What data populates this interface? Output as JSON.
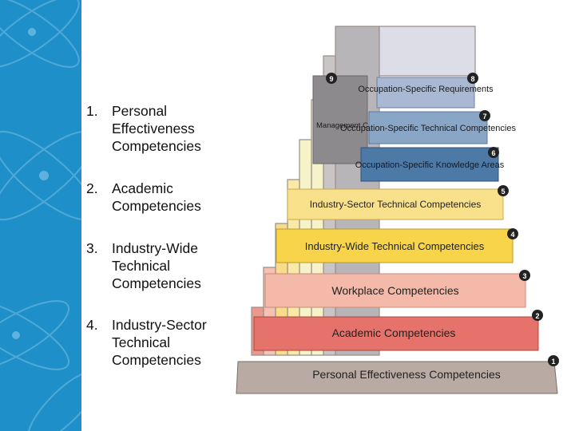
{
  "list": [
    {
      "num": "1.",
      "text": "Personal Effectiveness Competencies"
    },
    {
      "num": "2.",
      "text": "Academic Competencies"
    },
    {
      "num": "3.",
      "text": "Industry-Wide Technical Competencies"
    },
    {
      "num": "4.",
      "text": "Industry-Sector Technical Competencies"
    }
  ],
  "pyramid": {
    "tiers": [
      {
        "number": "1",
        "label": "Personal Effectiveness Competencies",
        "color": "#b9aaa4"
      },
      {
        "number": "2",
        "label": "Academic Competencies",
        "color": "#e5736b"
      },
      {
        "number": "3",
        "label": "Workplace Competencies",
        "color": "#f4b9a8"
      },
      {
        "number": "4",
        "label": "Industry-Wide Technical Competencies",
        "color": "#f7d44a"
      },
      {
        "number": "5",
        "label": "Industry-Sector Technical Competencies",
        "color": "#f9e18b"
      },
      {
        "number": "6",
        "label": "Occupation-Specific Knowledge Areas",
        "color": "#4d79a6"
      },
      {
        "number": "7",
        "label": "Occupation-Specific Technical Competencies",
        "color": "#8aa6c7"
      },
      {
        "number": "8",
        "label": "Occupation-Specific Requirements",
        "color": "#a9b9d3"
      },
      {
        "number": "9",
        "label": "Management Competencies",
        "color": "#8d8a8e"
      }
    ]
  }
}
